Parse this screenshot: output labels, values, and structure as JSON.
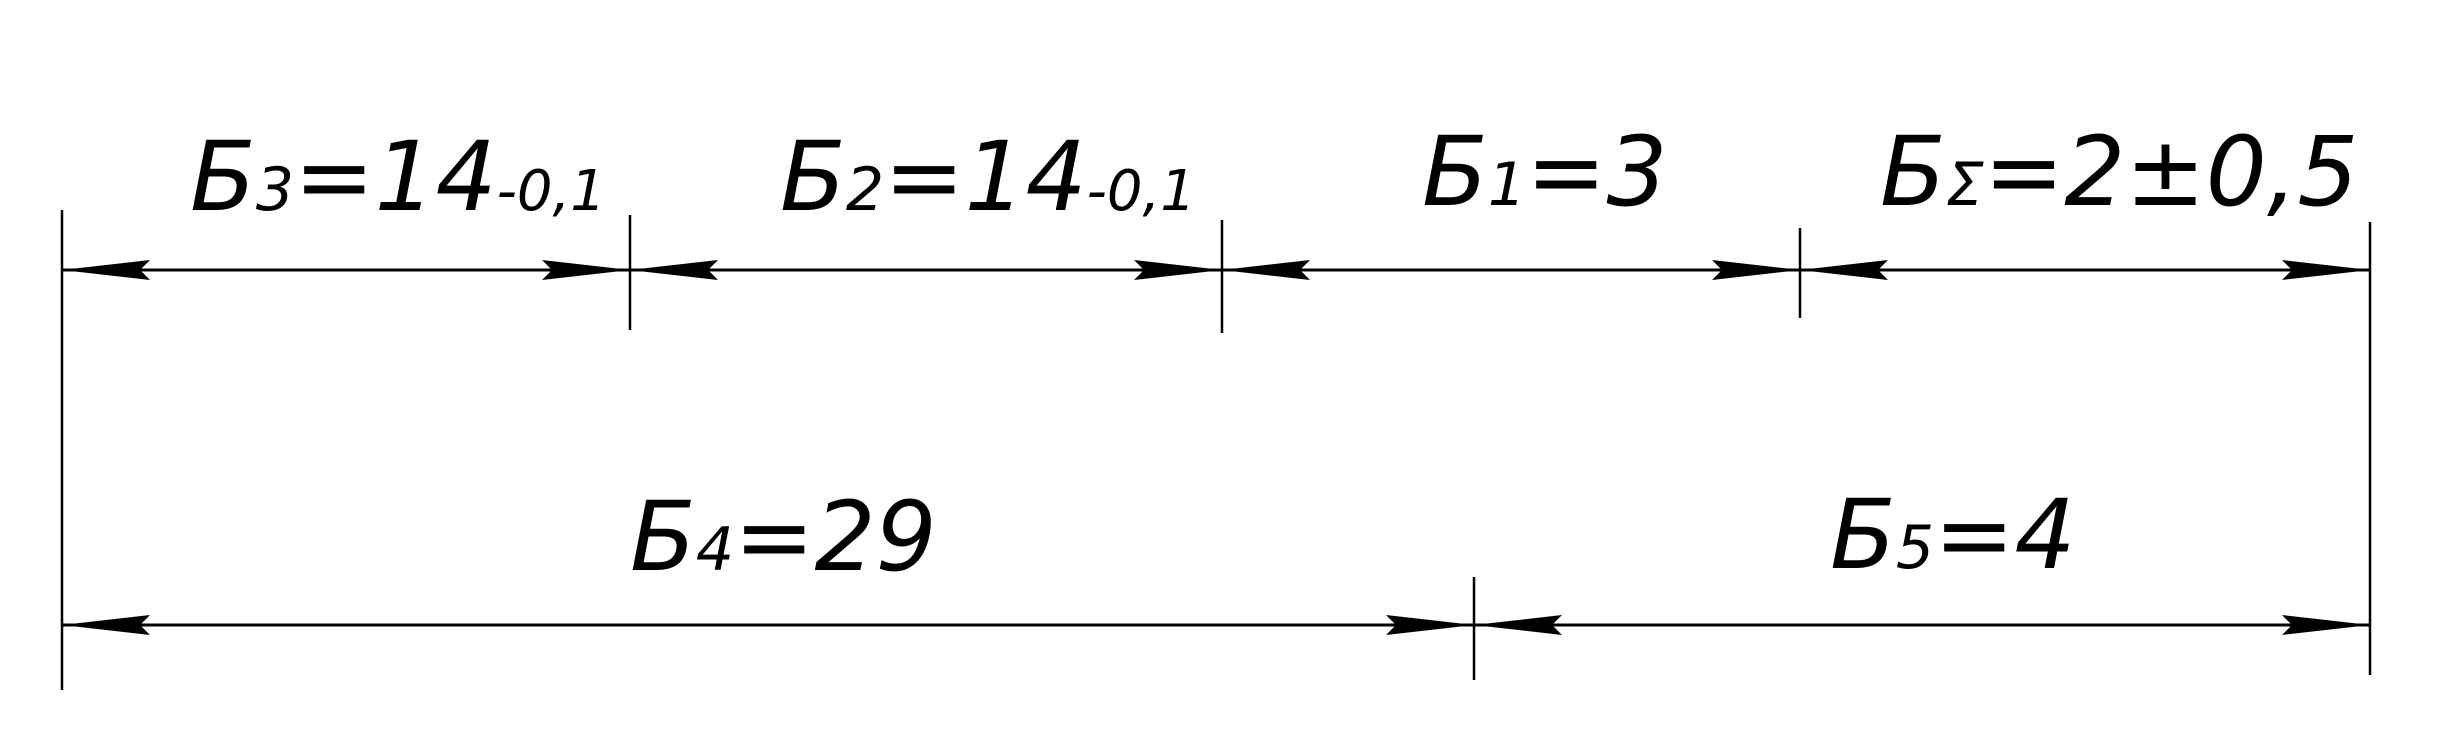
{
  "dimensions": {
    "b3": {
      "letter": "Б",
      "subscript": "3",
      "eq": "=",
      "value": "14",
      "tolerance": "-0,1"
    },
    "b2": {
      "letter": "Б",
      "subscript": "2",
      "eq": "=",
      "value": "14",
      "tolerance": "-0,1"
    },
    "b1": {
      "letter": "Б",
      "subscript": "1",
      "eq": "=",
      "value": "3"
    },
    "bsum": {
      "letter": "Б",
      "subscript": "Σ",
      "eq": "=",
      "value": "2±0,5"
    },
    "b4": {
      "letter": "Б",
      "subscript": "4",
      "eq": "=",
      "value": "29"
    },
    "b5": {
      "letter": "Б",
      "subscript": "5",
      "eq": "=",
      "value": "4"
    }
  },
  "colors": {
    "line": "#000000",
    "background": "#ffffff"
  }
}
